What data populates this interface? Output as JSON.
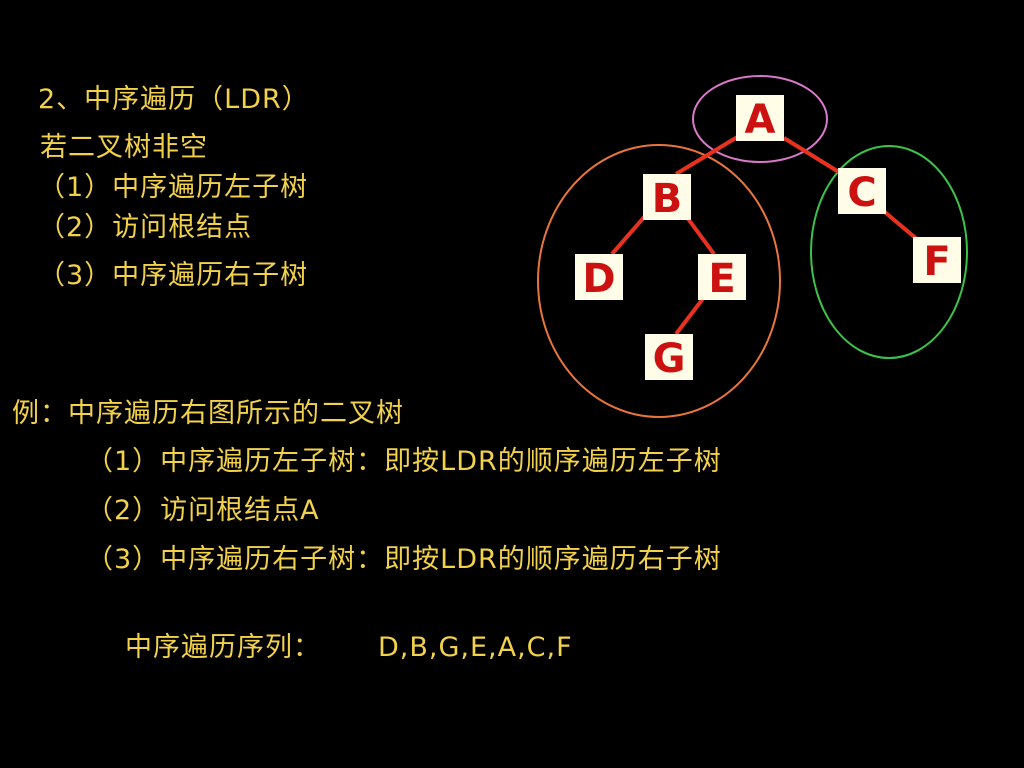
{
  "slide": {
    "heading": "2、中序遍历（LDR）",
    "rule_intro": "若二叉树非空",
    "rule_steps": [
      "（1）中序遍历左子树",
      "（2）访问根结点",
      "（3）中序遍历右子树"
    ],
    "example_intro": "例：中序遍历右图所示的二叉树",
    "example_steps": [
      "（1）中序遍历左子树：即按LDR的顺序遍历左子树",
      "（2）访问根结点A",
      "（3）中序遍历右子树：即按LDR的顺序遍历右子树"
    ],
    "result_label": "中序遍历序列：",
    "result_value": "D,B,G,E,A,C,F"
  },
  "tree": {
    "nodes": [
      "A",
      "B",
      "C",
      "D",
      "E",
      "F",
      "G"
    ],
    "edges": [
      [
        "A",
        "B"
      ],
      [
        "A",
        "C"
      ],
      [
        "B",
        "D"
      ],
      [
        "B",
        "E"
      ],
      [
        "C",
        "F"
      ],
      [
        "E",
        "G"
      ]
    ],
    "colors": {
      "text": "#f2d24a",
      "edge": "#e8321f",
      "node_fill": "#fffde8",
      "node_label": "#cc1111",
      "root_ring": "#d878c8",
      "left_subtree_ring": "#e8763a",
      "right_subtree_ring": "#3cc24a"
    }
  }
}
